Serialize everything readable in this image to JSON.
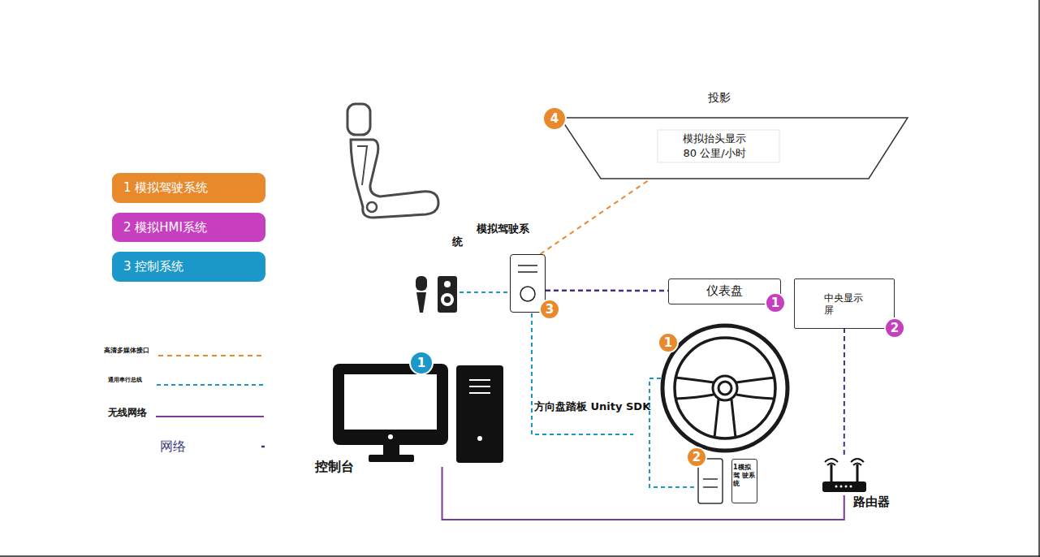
{
  "diagram": {
    "nodes": [
      {
        "text": [
          "模拟抬头显示",
          "80 公里/小时"
        ]
      },
      {
        "text": [
          "模拟驾驶系 统"
        ]
      },
      {
        "text": [
          "仪表盘"
        ]
      },
      {
        "text": [
          "中央显示 屏"
        ]
      },
      {
        "text": [
          "1模拟驾 驶系统"
        ]
      },
      {
        "text": [
          "控制台"
        ]
      },
      {
        "text": [
          "路由器"
        ]
      }
    ],
    "edges": [
      {
        "from": 1,
        "to": 0,
        "arrow": "none"
      },
      {
        "from": 1,
        "to": 2,
        "arrow": "none"
      },
      {
        "from": 5,
        "to": 6,
        "arrow": "none"
      },
      {
        "from": 6,
        "to": 3,
        "arrow": "none"
      }
    ],
    "labels": [
      "投影",
      "4",
      "1",
      "3",
      "2",
      "1",
      "1",
      "方向盘踏板 Unity SDK",
      "2"
    ],
    "legend": [
      {
        "text": "1 模拟驾驶系统",
        "color": "#e8892b"
      },
      {
        "text": "2 模拟HMI系统",
        "color": "#c73fbf"
      },
      {
        "text": "3 控制系统",
        "color": "#1b97c9"
      },
      {
        "text": "高清多媒体接口"
      },
      {
        "text": "通用串行总线"
      },
      {
        "text": "无线网络"
      },
      {
        "text": "网络"
      }
    ]
  }
}
